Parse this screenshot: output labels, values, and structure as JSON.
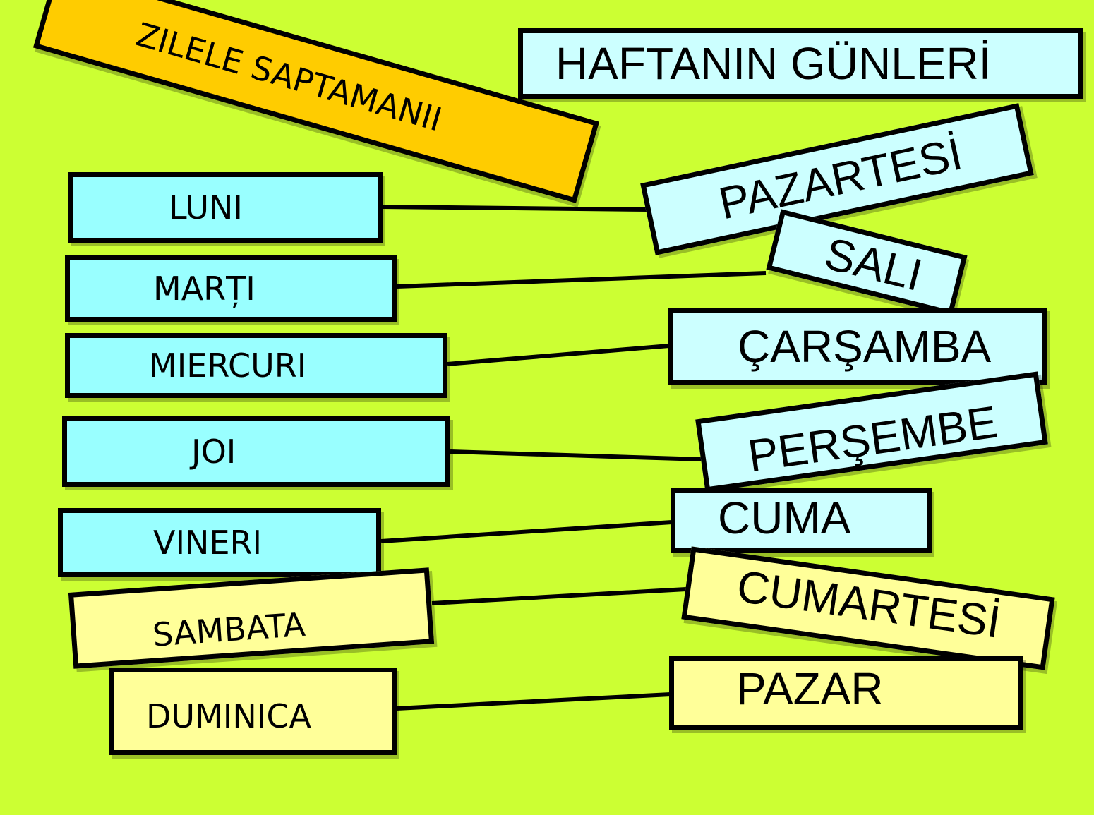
{
  "title_ro": "ZILELE SAPTAMANII",
  "title_tr": "HAFTANIN  GÜNLERİ",
  "romanian_days": [
    "LUNI",
    "MARȚI",
    "MIERCURI",
    "JOI",
    "VINERI",
    "SAMBATA",
    "DUMINICA"
  ],
  "turkish_days": [
    "PAZARTESİ",
    "SALI",
    "ÇARŞAMBA",
    "PERŞEMBE",
    "CUMA",
    "CUMARTESİ",
    "PAZAR"
  ],
  "pairs": [
    [
      "LUNI",
      "PAZARTESİ"
    ],
    [
      "MARȚI",
      "SALI"
    ],
    [
      "MIERCURI",
      "ÇARŞAMBA"
    ],
    [
      "JOI",
      "PERŞEMBE"
    ],
    [
      "VINERI",
      "CUMA"
    ],
    [
      "SAMBATA",
      "CUMARTESİ"
    ],
    [
      "DUMINICA",
      "PAZAR"
    ]
  ],
  "colors": {
    "background": "#ccff33",
    "weekday_box": "#99ffff",
    "turkish_weekday_box": "#ccffff",
    "weekend_box": "#ffff99",
    "title_ro_box": "#ffcc00",
    "title_tr_box": "#ccffff",
    "connector": "#000000"
  }
}
